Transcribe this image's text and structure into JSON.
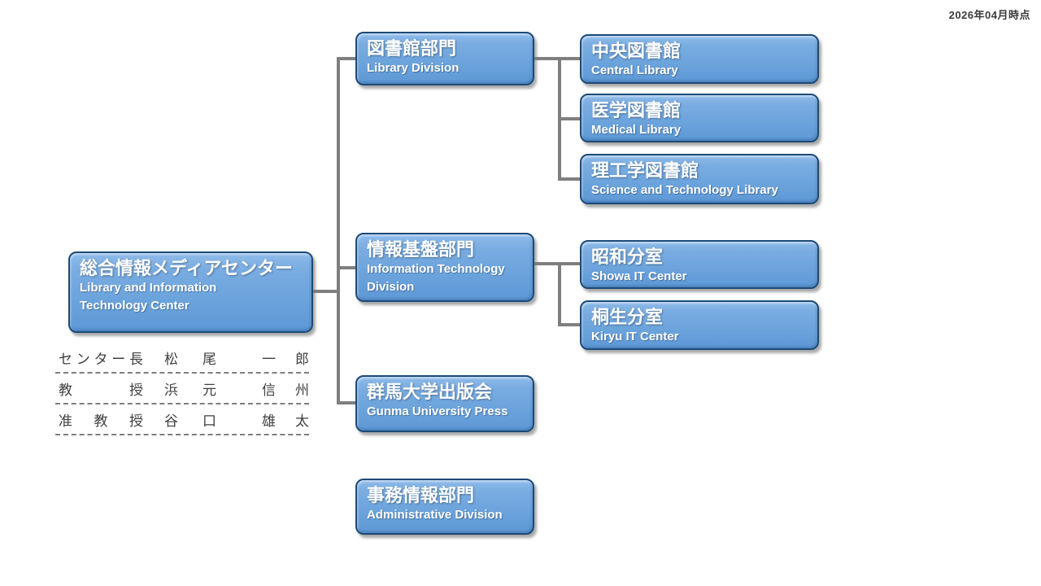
{
  "page": {
    "date_note": "2026年04月時点"
  },
  "nodes": {
    "root": {
      "title": "総合情報メディアセンター",
      "subtitle": "Library and Information\nTechnology Center"
    },
    "library_division": {
      "title": "図書館部門",
      "subtitle": "Library Division"
    },
    "central_library": {
      "title": "中央図書館",
      "subtitle": "Central Library"
    },
    "medical_library": {
      "title": "医学図書館",
      "subtitle": "Medical Library"
    },
    "scitech_library": {
      "title": "理工学図書館",
      "subtitle": "Science and Technology Library"
    },
    "it_division": {
      "title": "情報基盤部門",
      "subtitle": "Information Technology\nDivision"
    },
    "showa_center": {
      "title": "昭和分室",
      "subtitle": "Showa IT Center"
    },
    "kiryu_center": {
      "title": "桐生分室",
      "subtitle": "Kiryu IT Center"
    },
    "press": {
      "title": "群馬大学出版会",
      "subtitle": "Gunma University Press"
    },
    "admin_division": {
      "title": "事務情報部門",
      "subtitle": "Administrative Division"
    }
  },
  "staff": [
    {
      "role": "センター長",
      "surname": "松尾",
      "given": "一郎"
    },
    {
      "role": "教授",
      "surname": "浜元",
      "given": "信州"
    },
    {
      "role": "准教授",
      "surname": "谷口",
      "given": "雄太"
    }
  ],
  "hierarchy": {
    "root": "root",
    "children_of_root": [
      "library_division",
      "it_division",
      "press"
    ],
    "children_of_library_division": [
      "central_library",
      "medical_library",
      "scitech_library"
    ],
    "children_of_it_division": [
      "showa_center",
      "kiryu_center"
    ],
    "unconnected": [
      "admin_division"
    ]
  },
  "colors": {
    "node_fill_top": "#8fbbe9",
    "node_fill_bottom": "#5d98d6",
    "node_border": "#1c4a76",
    "node_text": "#ffffff",
    "connector": "#7f7f7f",
    "table_text": "#3f3f3f",
    "date_text": "#3b3b3b"
  }
}
